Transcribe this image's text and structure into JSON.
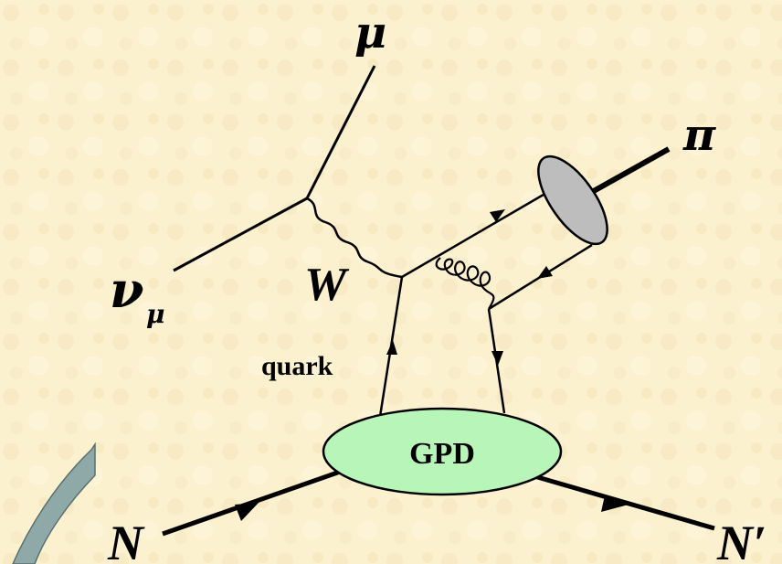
{
  "labels": {
    "muon": "μ",
    "pion": "π",
    "neutrino": "ν",
    "neutrino_sub": "μ",
    "w_boson": "W",
    "quark": "quark",
    "gpd": "GPD",
    "nucleon_in": "N",
    "nucleon_out": "N′"
  },
  "colors": {
    "background": "#fbf1cf",
    "gpd_fill": "#b8f5b8",
    "pion_blob_fill": "#bdbdbd",
    "decoration_fill": "#8fa9a9"
  }
}
